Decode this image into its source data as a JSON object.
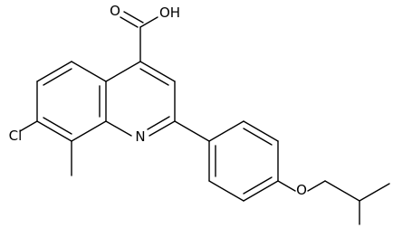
{
  "structure": {
    "atom_labels": {
      "carboxyl_oh": "OH",
      "carbonyl_o": "O",
      "ring_n": "N",
      "chlorine": "Cl",
      "ether_o": "O"
    },
    "colors": {
      "bond": "#000000",
      "label": "#000000",
      "background": "#ffffff"
    }
  }
}
